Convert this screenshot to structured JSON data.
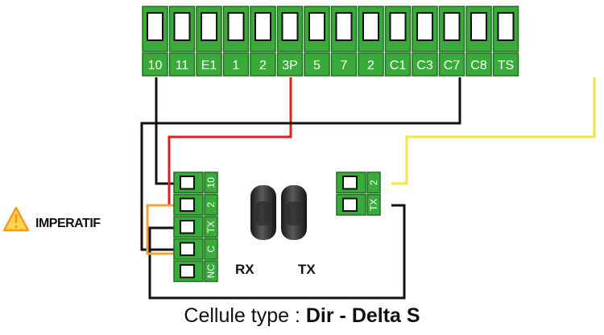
{
  "terminal_block": {
    "labels": [
      "10",
      "11",
      "E1",
      "1",
      "2",
      "3P",
      "5",
      "7",
      "2",
      "C1",
      "C3",
      "C7",
      "C8",
      "TS"
    ]
  },
  "receiver": {
    "pins": [
      "10",
      "2",
      "TX",
      "C",
      "NC"
    ],
    "label": "RX"
  },
  "transmitter": {
    "pins": [
      "2",
      "TX"
    ],
    "label": "TX"
  },
  "warning": {
    "icon": "warning-triangle-icon",
    "text": "IMPERATIF"
  },
  "caption": {
    "prefix": "Cellule type : ",
    "model": "Dir - Delta S"
  },
  "colors": {
    "terminal_green": "#3aab3a",
    "terminal_dark_green": "#1f6e1f",
    "wire_black": "#111111",
    "wire_red": "#e02020",
    "wire_yellow": "#f2e640",
    "wire_orange": "#f4a13a",
    "warning_orange": "#f39a1f"
  }
}
